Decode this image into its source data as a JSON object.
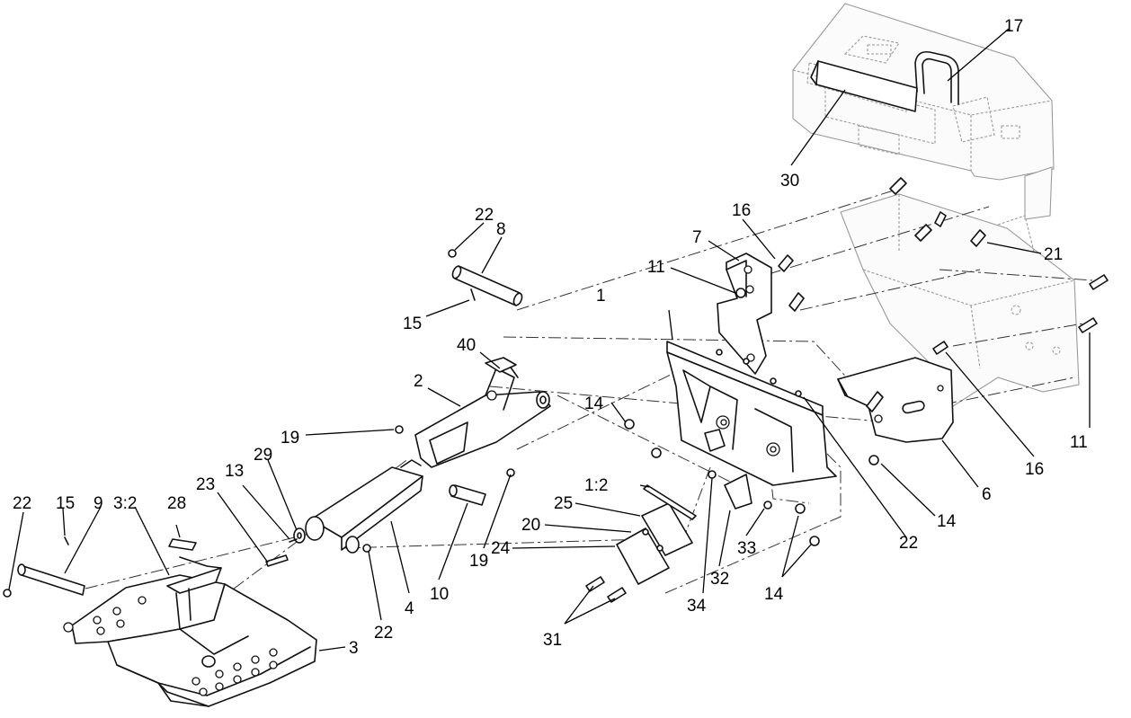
{
  "callouts": [
    {
      "id": "c1",
      "text": "1"
    },
    {
      "id": "c1-2",
      "text": "1:2"
    },
    {
      "id": "c2",
      "text": "2"
    },
    {
      "id": "c3",
      "text": "3"
    },
    {
      "id": "c3-2",
      "text": "3:2"
    },
    {
      "id": "c4",
      "text": "4"
    },
    {
      "id": "c6",
      "text": "6"
    },
    {
      "id": "c7",
      "text": "7"
    },
    {
      "id": "c8",
      "text": "8"
    },
    {
      "id": "c9",
      "text": "9"
    },
    {
      "id": "c10",
      "text": "10"
    },
    {
      "id": "c11a",
      "text": "11"
    },
    {
      "id": "c11b",
      "text": "11"
    },
    {
      "id": "c13",
      "text": "13"
    },
    {
      "id": "c14a",
      "text": "14"
    },
    {
      "id": "c14b",
      "text": "14"
    },
    {
      "id": "c14c",
      "text": "14"
    },
    {
      "id": "c15a",
      "text": "15"
    },
    {
      "id": "c15b",
      "text": "15"
    },
    {
      "id": "c16a",
      "text": "16"
    },
    {
      "id": "c16b",
      "text": "16"
    },
    {
      "id": "c17",
      "text": "17"
    },
    {
      "id": "c19a",
      "text": "19"
    },
    {
      "id": "c19b",
      "text": "19"
    },
    {
      "id": "c20",
      "text": "20"
    },
    {
      "id": "c21",
      "text": "21"
    },
    {
      "id": "c22a",
      "text": "22"
    },
    {
      "id": "c22b",
      "text": "22"
    },
    {
      "id": "c22c",
      "text": "22"
    },
    {
      "id": "c22d",
      "text": "22"
    },
    {
      "id": "c23",
      "text": "23"
    },
    {
      "id": "c24",
      "text": "24"
    },
    {
      "id": "c25",
      "text": "25"
    },
    {
      "id": "c28",
      "text": "28"
    },
    {
      "id": "c29",
      "text": "29"
    },
    {
      "id": "c30",
      "text": "30"
    },
    {
      "id": "c31",
      "text": "31"
    },
    {
      "id": "c32",
      "text": "32"
    },
    {
      "id": "c33",
      "text": "33"
    },
    {
      "id": "c34",
      "text": "34"
    },
    {
      "id": "c40",
      "text": "40"
    }
  ]
}
